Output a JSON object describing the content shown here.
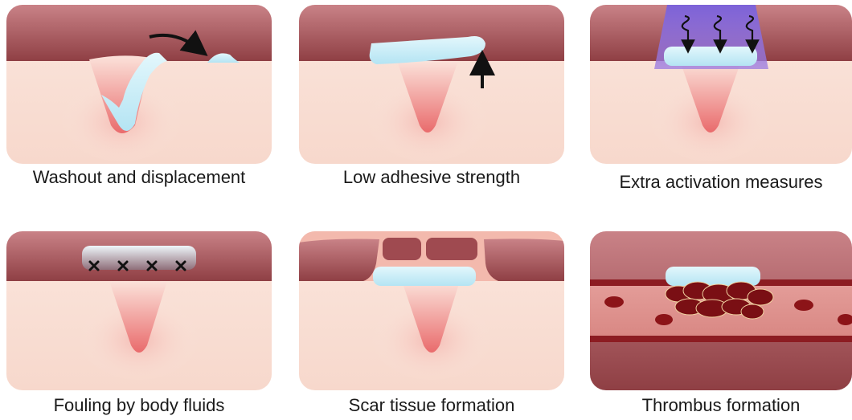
{
  "panels": [
    {
      "id": "washout",
      "caption": "Washout and displacement"
    },
    {
      "id": "low-adhesion",
      "caption": "Low adhesive strength"
    },
    {
      "id": "activation",
      "caption": "Extra activation measures"
    },
    {
      "id": "fouling",
      "caption": "Fouling by body fluids"
    },
    {
      "id": "scar",
      "caption": "Scar tissue formation"
    },
    {
      "id": "thrombus",
      "caption": "Thrombus formation"
    }
  ],
  "colors": {
    "tissue_top": "#9a4a4e",
    "tissue_bottom": "#fbe3db",
    "wound": "#e8706f",
    "adhesive": "#c5ecf7",
    "light": "#8a5cd6",
    "blood_vessel": "#d98a8a",
    "vessel_wall": "#8c1c22",
    "clot": "#7a0f14"
  }
}
